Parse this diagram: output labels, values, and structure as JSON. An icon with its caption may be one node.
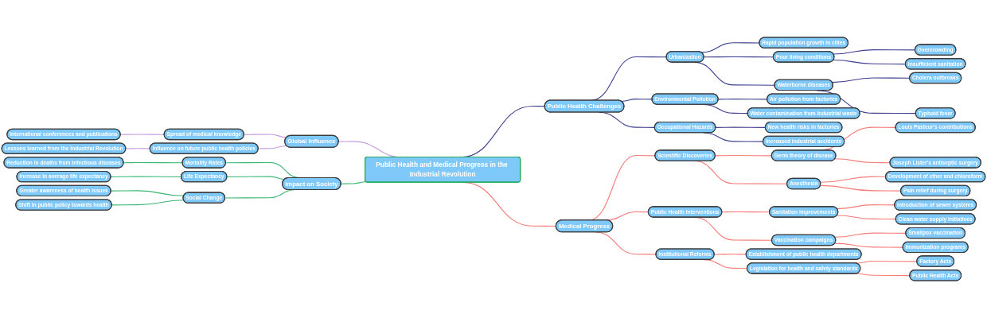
{
  "diagram": {
    "nodes": [
      {
        "text": [
          "Public Health and Medical Progress in the Industrial Revolution"
        ]
      },
      {
        "text": [
          "Public Health Challenges"
        ]
      },
      {
        "text": [
          "Urbanization"
        ]
      },
      {
        "text": [
          "Rapid population growth in cities"
        ]
      },
      {
        "text": [
          "Poor living conditions"
        ]
      },
      {
        "text": [
          "Overcrowding"
        ]
      },
      {
        "text": [
          "Insufficient sanitation"
        ]
      },
      {
        "text": [
          "Waterborne diseases"
        ]
      },
      {
        "text": [
          "Cholera outbreaks"
        ]
      },
      {
        "text": [
          "Typhoid fever"
        ]
      },
      {
        "text": [
          "Environmental Pollution"
        ]
      },
      {
        "text": [
          "Air pollution from factories"
        ]
      },
      {
        "text": [
          "Water contamination from industrial waste"
        ]
      },
      {
        "text": [
          "Occupational Hazards"
        ]
      },
      {
        "text": [
          "New health risks in factories"
        ]
      },
      {
        "text": [
          "Increased industrial accidents"
        ]
      },
      {
        "text": [
          "Medical Progress"
        ]
      },
      {
        "text": [
          "Scientific Discoveries"
        ]
      },
      {
        "text": [
          "Germ theory of disease"
        ]
      },
      {
        "text": [
          "Louis Pasteur's contributions"
        ]
      },
      {
        "text": [
          "Joseph Lister's antiseptic surgery"
        ]
      },
      {
        "text": [
          "Anesthesia"
        ]
      },
      {
        "text": [
          "Development of ether and chloroform"
        ]
      },
      {
        "text": [
          "Pain relief during surgery"
        ]
      },
      {
        "text": [
          "Public Health Interventions"
        ]
      },
      {
        "text": [
          "Sanitation improvements"
        ]
      },
      {
        "text": [
          "Introduction of sewer systems"
        ]
      },
      {
        "text": [
          "Clean water supply initiatives"
        ]
      },
      {
        "text": [
          "Vaccination campaigns"
        ]
      },
      {
        "text": [
          "Smallpox vaccination"
        ]
      },
      {
        "text": [
          "Immunization programs"
        ]
      },
      {
        "text": [
          "Institutional Reforms"
        ]
      },
      {
        "text": [
          "Establishment of public health departments"
        ]
      },
      {
        "text": [
          "Legislation for health and safety standards"
        ]
      },
      {
        "text": [
          "Factory Acts"
        ]
      },
      {
        "text": [
          "Public Health Acts"
        ]
      },
      {
        "text": [
          "Global Influence"
        ]
      },
      {
        "text": [
          "Spread of medical knowledge"
        ]
      },
      {
        "text": [
          "International conferences and publications"
        ]
      },
      {
        "text": [
          "Influence on future public health policies"
        ]
      },
      {
        "text": [
          "Lessons learned from the Industrial Revolution"
        ]
      },
      {
        "text": [
          "Impact on Society"
        ]
      },
      {
        "text": [
          "Mortality Rates"
        ]
      },
      {
        "text": [
          "Reduction in deaths from infectious diseases"
        ]
      },
      {
        "text": [
          "Life Expectancy"
        ]
      },
      {
        "text": [
          "Increase in average life expectancy"
        ]
      },
      {
        "text": [
          "Social Change"
        ]
      },
      {
        "text": [
          "Greater awareness of health issues"
        ]
      },
      {
        "text": [
          "Shift in public policy towards health"
        ]
      }
    ],
    "edges": [
      {
        "from": 0,
        "to": 1,
        "arrow": "none",
        "color": "#3d3f8e"
      },
      {
        "from": 1,
        "to": 2,
        "arrow": "none",
        "color": "#3d3f8e"
      },
      {
        "from": 2,
        "to": 3,
        "arrow": "none",
        "color": "#3d3f8e"
      },
      {
        "from": 2,
        "to": 4,
        "arrow": "none",
        "color": "#3d3f8e"
      },
      {
        "from": 4,
        "to": 5,
        "arrow": "none",
        "color": "#3d3f8e"
      },
      {
        "from": 4,
        "to": 6,
        "arrow": "none",
        "color": "#3d3f8e"
      },
      {
        "from": 2,
        "to": 7,
        "arrow": "none",
        "color": "#3d3f8e"
      },
      {
        "from": 7,
        "to": 8,
        "arrow": "none",
        "color": "#3d3f8e"
      },
      {
        "from": 7,
        "to": 9,
        "arrow": "none",
        "color": "#3d3f8e"
      },
      {
        "from": 1,
        "to": 10,
        "arrow": "none",
        "color": "#3d3f8e"
      },
      {
        "from": 10,
        "to": 11,
        "arrow": "none",
        "color": "#3d3f8e"
      },
      {
        "from": 10,
        "to": 12,
        "arrow": "none",
        "color": "#3d3f8e"
      },
      {
        "from": 1,
        "to": 13,
        "arrow": "none",
        "color": "#3d3f8e"
      },
      {
        "from": 13,
        "to": 14,
        "arrow": "none",
        "color": "#3d3f8e"
      },
      {
        "from": 13,
        "to": 15,
        "arrow": "none",
        "color": "#3d3f8e"
      },
      {
        "from": 0,
        "to": 16,
        "arrow": "none",
        "color": "#f57a78"
      },
      {
        "from": 16,
        "to": 17,
        "arrow": "none",
        "color": "#f57a78"
      },
      {
        "from": 17,
        "to": 18,
        "arrow": "none",
        "color": "#f57a78"
      },
      {
        "from": 18,
        "to": 19,
        "arrow": "none",
        "color": "#f57a78"
      },
      {
        "from": 18,
        "to": 20,
        "arrow": "none",
        "color": "#f57a78"
      },
      {
        "from": 17,
        "to": 21,
        "arrow": "none",
        "color": "#f57a78"
      },
      {
        "from": 21,
        "to": 22,
        "arrow": "none",
        "color": "#f57a78"
      },
      {
        "from": 21,
        "to": 23,
        "arrow": "none",
        "color": "#f57a78"
      },
      {
        "from": 16,
        "to": 24,
        "arrow": "none",
        "color": "#f57a78"
      },
      {
        "from": 24,
        "to": 25,
        "arrow": "none",
        "color": "#f57a78"
      },
      {
        "from": 25,
        "to": 26,
        "arrow": "none",
        "color": "#f57a78"
      },
      {
        "from": 25,
        "to": 27,
        "arrow": "none",
        "color": "#f57a78"
      },
      {
        "from": 24,
        "to": 28,
        "arrow": "none",
        "color": "#f57a78"
      },
      {
        "from": 28,
        "to": 29,
        "arrow": "none",
        "color": "#f57a78"
      },
      {
        "from": 28,
        "to": 30,
        "arrow": "none",
        "color": "#f57a78"
      },
      {
        "from": 16,
        "to": 31,
        "arrow": "none",
        "color": "#f57a78"
      },
      {
        "from": 31,
        "to": 32,
        "arrow": "none",
        "color": "#f57a78"
      },
      {
        "from": 31,
        "to": 33,
        "arrow": "none",
        "color": "#f57a78"
      },
      {
        "from": 33,
        "to": 34,
        "arrow": "none",
        "color": "#f57a78"
      },
      {
        "from": 33,
        "to": 35,
        "arrow": "none",
        "color": "#f57a78"
      },
      {
        "from": 36,
        "to": 0,
        "arrow": "none",
        "color": "#c59be0"
      },
      {
        "from": 37,
        "to": 36,
        "arrow": "none",
        "color": "#c59be0"
      },
      {
        "from": 38,
        "to": 37,
        "arrow": "none",
        "color": "#c59be0"
      },
      {
        "from": 39,
        "to": 36,
        "arrow": "none",
        "color": "#c59be0"
      },
      {
        "from": 40,
        "to": 39,
        "arrow": "none",
        "color": "#c59be0"
      },
      {
        "from": 41,
        "to": 0,
        "arrow": "none",
        "color": "#3cb673"
      },
      {
        "from": 42,
        "to": 41,
        "arrow": "none",
        "color": "#3cb673"
      },
      {
        "from": 43,
        "to": 42,
        "arrow": "none",
        "color": "#3cb673"
      },
      {
        "from": 44,
        "to": 41,
        "arrow": "none",
        "color": "#3cb673"
      },
      {
        "from": 45,
        "to": 44,
        "arrow": "none",
        "color": "#3cb673"
      },
      {
        "from": 46,
        "to": 41,
        "arrow": "none",
        "color": "#3cb673"
      },
      {
        "from": 47,
        "to": 46,
        "arrow": "none",
        "color": "#3cb673"
      },
      {
        "from": 48,
        "to": 46,
        "arrow": "none",
        "color": "#3cb673"
      }
    ]
  }
}
